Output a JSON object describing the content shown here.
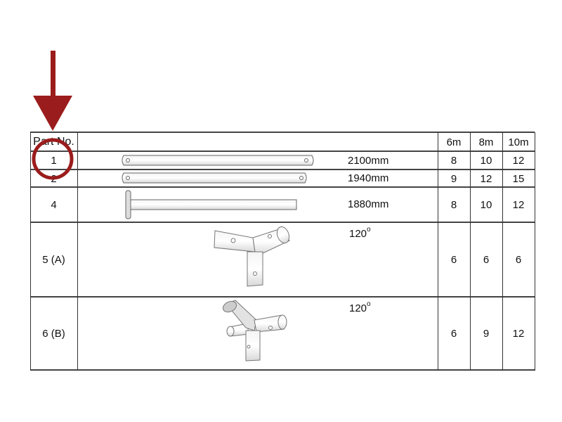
{
  "table": {
    "headers": {
      "part_no": "Part No.",
      "image": "",
      "q6": "6m",
      "q8": "8m",
      "q10": "10m"
    },
    "rows": [
      {
        "part": "1",
        "spec": "2100mm",
        "spec_sup": "",
        "q6": "8",
        "q8": "10",
        "q10": "12",
        "icon": "pole-tube-icon"
      },
      {
        "part": "2",
        "spec": "1940mm",
        "spec_sup": "",
        "q6": "9",
        "q8": "12",
        "q10": "15",
        "icon": "pole-tube-icon"
      },
      {
        "part": "4",
        "spec": "1880mm",
        "spec_sup": "",
        "q6": "8",
        "q8": "10",
        "q10": "12",
        "icon": "stake-tube-icon"
      },
      {
        "part": "5 (A)",
        "spec": "120",
        "spec_sup": "o",
        "q6": "6",
        "q8": "6",
        "q10": "6",
        "icon": "three-way-connector-icon"
      },
      {
        "part": "6 (B)",
        "spec": "120",
        "spec_sup": "o",
        "q6": "6",
        "q8": "9",
        "q10": "12",
        "icon": "four-way-connector-icon"
      }
    ]
  },
  "annotation": {
    "color": "#9b1c1c",
    "arrow_icon": "arrow-down-icon",
    "circle_icon": "highlight-circle-icon"
  }
}
